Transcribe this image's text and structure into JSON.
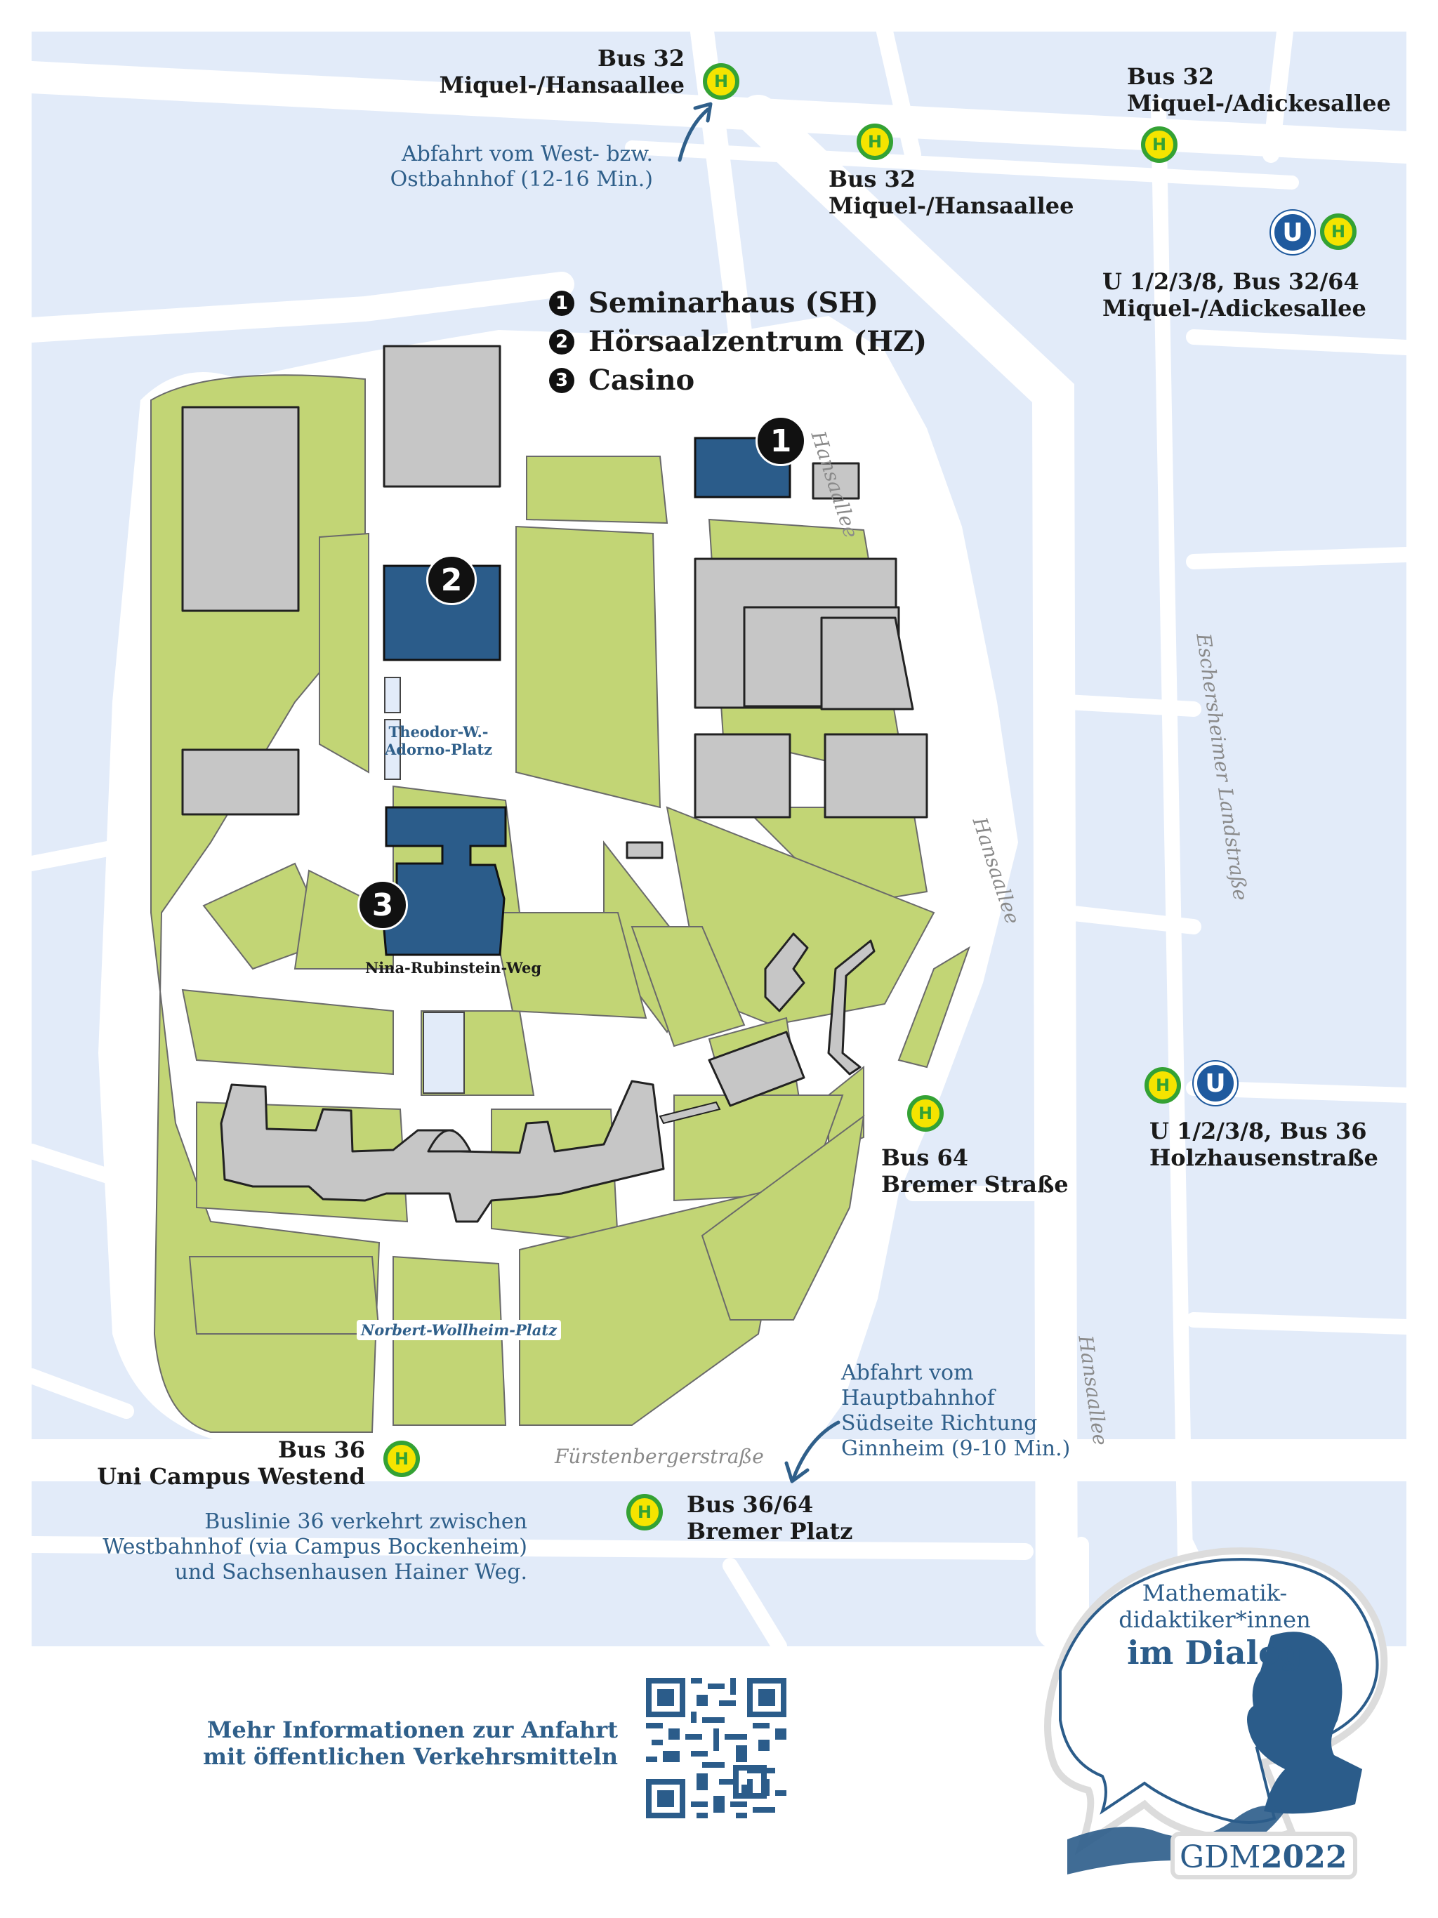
{
  "colors": {
    "water_bg": "#e2ebf9",
    "road": "#ffffff",
    "green": "#c2d575",
    "building_gray": "#c6c6c6",
    "building_blue": "#2b5c8a",
    "info_text": "#2f5f8a",
    "stop_h_fill": "#f5e400",
    "stop_h_ring": "#34a234",
    "ubahn": "#1f5a9e"
  },
  "legend": {
    "items": [
      {
        "num": "1",
        "label": "Seminarhaus (SH)"
      },
      {
        "num": "2",
        "label": "Hörsaalzentrum (HZ)"
      },
      {
        "num": "3",
        "label": "Casino"
      }
    ]
  },
  "building_markers": {
    "sh": "1",
    "hz": "2",
    "casino": "3"
  },
  "stop_icons": {
    "h": "H",
    "u": "U"
  },
  "stops": {
    "bus32_hansaallee_west": {
      "line": "Bus 32",
      "name": "Miquel-/Hansaallee"
    },
    "bus32_hansaallee_east": {
      "line": "Bus 32",
      "name": "Miquel-/Hansaallee"
    },
    "bus32_adickesallee": {
      "line": "Bus 32",
      "name": "Miquel-/Adickesallee"
    },
    "u_adickesallee": {
      "line": "U 1/2/3/8, Bus 32/64",
      "name": "Miquel-/Adickesallee"
    },
    "u_holzhausen": {
      "line": "U 1/2/3/8, Bus 36",
      "name": "Holzhausenstraße"
    },
    "bus64_bremer_str": {
      "line": "Bus 64",
      "name": "Bremer Straße"
    },
    "bus36_westend": {
      "line": "Bus 36",
      "name": "Uni Campus Westend"
    },
    "bus3664_bremer_platz": {
      "line": "Bus 36/64",
      "name": "Bremer Platz"
    }
  },
  "notes": {
    "westbahnhof": [
      "Abfahrt vom West- bzw.",
      "Ostbahnhof (12-16 Min.)"
    ],
    "hauptbahnhof": [
      "Abfahrt vom",
      "Hauptbahnhof",
      "Südseite Richtung",
      "Ginnheim (9-10 Min.)"
    ],
    "buslinie36": [
      "Buslinie 36 verkehrt zwischen",
      "Westbahnhof (via Campus Bockenheim)",
      "und Sachsenhausen Hainer Weg."
    ]
  },
  "streets": {
    "hansaallee": "Hansaallee",
    "eschersheimer": "Eschersheimer Landstraße",
    "fuerstenberger": "Fürstenbergerstraße"
  },
  "plazas": {
    "adorno": "Theodor-W.-\nAdorno-Platz",
    "rubinstein": "Nina-Rubinstein-Weg",
    "wollheim": "Norbert-Wollheim-Platz"
  },
  "more_info": [
    "Mehr Informationen zur Anfahrt",
    "mit öffentlichen Verkehrsmitteln"
  ],
  "logo": {
    "line1": "Mathematik-",
    "line2": "didaktiker*innen",
    "line3": "im Dialog",
    "brand": "GDM",
    "year": "2022"
  }
}
